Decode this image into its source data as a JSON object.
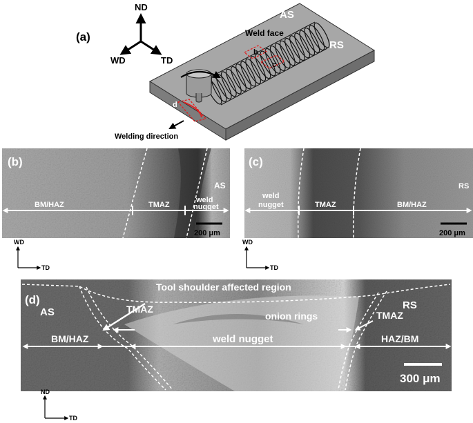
{
  "panel_a": {
    "label": "(a)",
    "axes": {
      "up": "ND",
      "left": "WD",
      "right": "TD"
    },
    "advancing_side": "AS",
    "retreating_side": "RS",
    "weld_face": "Weld face",
    "marker_b": "b",
    "marker_c": "c",
    "marker_d": "d",
    "welding_direction": "Welding direction"
  },
  "panel_b": {
    "label": "(b)",
    "side": "AS",
    "zone_left": "BM/HAZ",
    "zone_mid": "TMAZ",
    "zone_right_l1": "weld",
    "zone_right_l2": "nugget",
    "scale": "200 μm",
    "axis_up": "WD",
    "axis_right": "TD"
  },
  "panel_c": {
    "label": "(c)",
    "side": "RS",
    "zone_left_l1": "weld",
    "zone_left_l2": "nugget",
    "zone_mid": "TMAZ",
    "zone_right": "BM/HAZ",
    "scale": "200 μm",
    "axis_up": "WD",
    "axis_right": "TD"
  },
  "panel_d": {
    "label": "(d)",
    "side_left": "AS",
    "side_right": "RS",
    "shoulder": "Tool shoulder affected region",
    "tmaz_left": "TMAZ",
    "tmaz_right": "TMAZ",
    "onion": "onion rings",
    "zone_left": "BM/HAZ",
    "zone_mid": "weld nugget",
    "zone_right": "HAZ/BM",
    "scale": "300 μm",
    "axis_up": "ND",
    "axis_right": "TD"
  },
  "colors": {
    "micrograph_light": "#b8b8b8",
    "micrograph_dark": "#3a3a3a",
    "plate_top": "#a9a9a9",
    "marker_red": "#e02020"
  }
}
